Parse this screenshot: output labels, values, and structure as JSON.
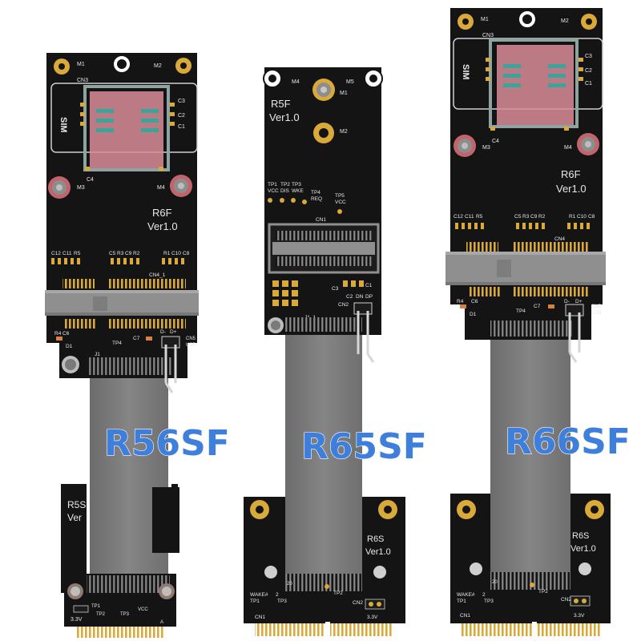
{
  "products": [
    {
      "model": "R56SF",
      "top_board": {
        "name": "R6F",
        "version": "Ver1.0",
        "sim_label": "SIM",
        "labels": [
          "M1",
          "M2",
          "M3",
          "M4",
          "CN3",
          "C1",
          "C2",
          "C3",
          "C4",
          "C5",
          "C6",
          "C7",
          "C8",
          "C9",
          "C10",
          "C11",
          "C12",
          "R1",
          "R2",
          "R3",
          "R4",
          "R5",
          "CN4_1",
          "CN5",
          "USB",
          "D-",
          "D+",
          "TP4",
          "D1",
          "J1"
        ]
      },
      "bottom_board": {
        "name": "R5S",
        "version": "Ver",
        "labels": [
          "3.3V",
          "TP1",
          "TP2",
          "TP3",
          "VCC",
          "A"
        ]
      }
    },
    {
      "model": "R65SF",
      "top_board": {
        "name": "R5F",
        "version": "Ver1.0",
        "labels": [
          "M4",
          "M5",
          "M1",
          "M2",
          "TP1",
          "TP2",
          "TP3",
          "TP4",
          "TP5",
          "VCC",
          "DIS",
          "WKE",
          "REQ",
          "CN1",
          "C1",
          "C2",
          "C3",
          "CN2",
          "DN",
          "DP",
          "J1_1"
        ]
      },
      "bottom_board": {
        "name": "R6S",
        "version": "Ver1.0",
        "labels": [
          "WAKE#",
          "TP1",
          "TP2",
          "TP3",
          "CN1",
          "CN2",
          "3.3V",
          "2",
          "20"
        ]
      }
    },
    {
      "model": "R66SF",
      "top_board": {
        "name": "R6F",
        "version": "Ver1.0",
        "sim_label": "SIM",
        "labels": [
          "M1",
          "M2",
          "M3",
          "M4",
          "CN3",
          "C1",
          "C2",
          "C3",
          "C4",
          "C5",
          "C6",
          "C7",
          "C8",
          "C9",
          "C10",
          "C11",
          "C12",
          "R1",
          "R2",
          "R3",
          "R4",
          "R5",
          "CN4",
          "CN5",
          "USB",
          "D-",
          "D+",
          "TP4",
          "D1"
        ]
      },
      "bottom_board": {
        "name": "R6S",
        "version": "Ver1.0",
        "labels": [
          "WAKE#",
          "TP1",
          "TP2",
          "TP3",
          "CN1",
          "CN2",
          "3.3V",
          "2",
          "20"
        ]
      }
    }
  ],
  "colors": {
    "pcb": "#141414",
    "gold": "#d9a93a",
    "cable": "#7b7b7b",
    "connector": "#8f8f8f",
    "sim_pink": "#d98c99",
    "model_text": "#3f7fdc",
    "silkscreen": "#e8e8e8"
  }
}
